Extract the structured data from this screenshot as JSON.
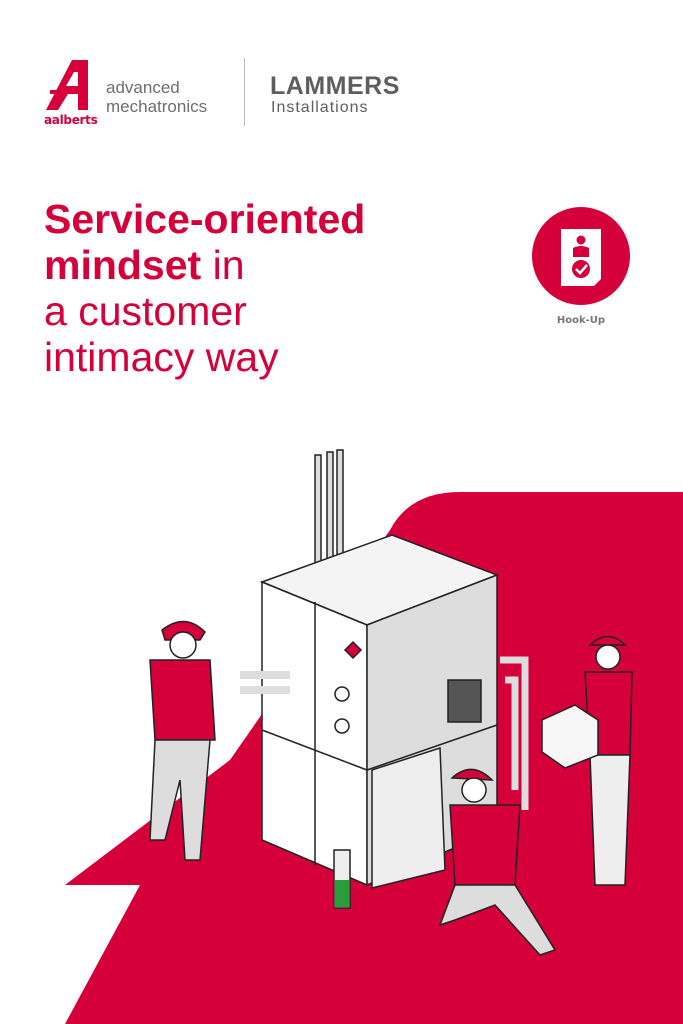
{
  "header": {
    "brand_logo_text": "aalberts",
    "brand_division": [
      "advanced",
      "mechatronics"
    ],
    "partner_logo": "LAMMERS",
    "partner_sub": "Installations"
  },
  "headline": {
    "bold_line1": "Service-oriented",
    "bold_line2": "mindset",
    "rest_line2": " in",
    "line3": "a customer",
    "line4": "intimacy way"
  },
  "badge": {
    "icon": "document-person-check-icon",
    "label": "Hook-Up"
  },
  "colors": {
    "accent": "#d5003a",
    "grey": "#5e5e5e"
  }
}
